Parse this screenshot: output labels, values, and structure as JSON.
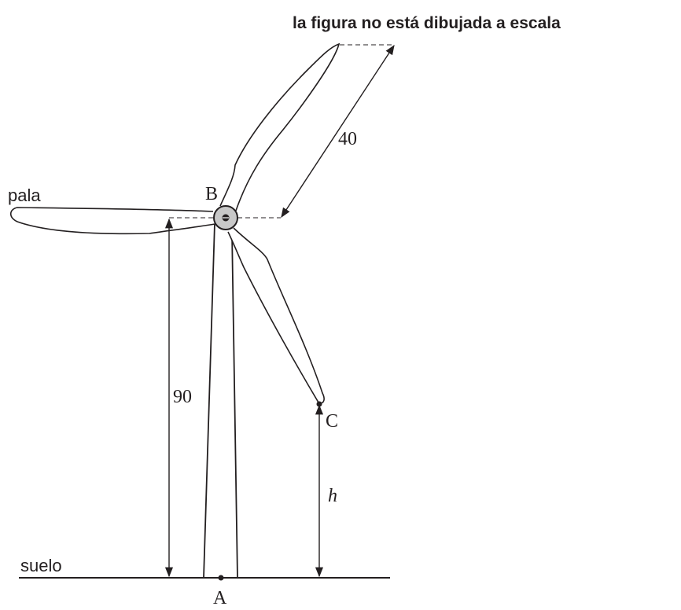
{
  "note": "la figura no está dibujada a escala",
  "labels": {
    "blade": "pala",
    "ground": "suelo",
    "point_a": "A",
    "point_b": "B",
    "point_c": "C",
    "height_var": "h",
    "blade_length": "40",
    "hub_height": "90"
  },
  "colors": {
    "line": "#231f20",
    "hub_fill": "#c8c8c8"
  }
}
